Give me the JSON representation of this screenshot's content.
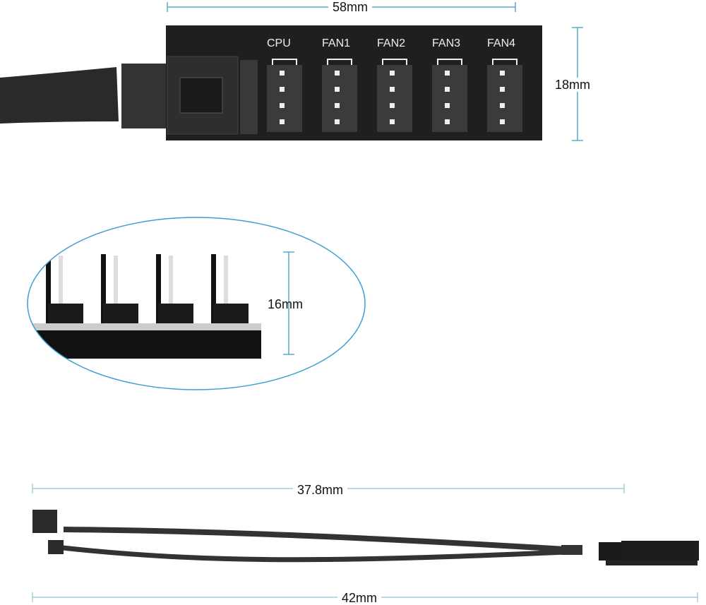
{
  "dimensions": {
    "board_width": "58mm",
    "board_height": "18mm",
    "pin_height": "16mm",
    "cable_short": "37.8mm",
    "cable_long": "42mm"
  },
  "board": {
    "header_labels": [
      "CPU",
      "FAN1",
      "FAN2",
      "FAN3",
      "FAN4"
    ]
  },
  "colors": {
    "dimension_line": "#4a9ec8",
    "ellipse": "#3a9fd0",
    "board": "#1c1c1c"
  }
}
